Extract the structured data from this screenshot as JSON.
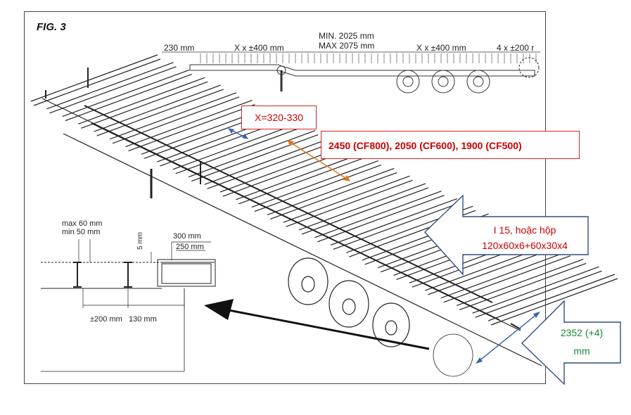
{
  "figure_label": "FIG. 3",
  "side_view": {
    "dim_front": "230 mm",
    "dim_spacing_left": "X x ±400 mm",
    "dim_min": "MIN. 2025 mm",
    "dim_max": "MAX 2075 mm",
    "dim_spacing_right": "X x ±400 mm",
    "dim_rear": "4 x ±200 r"
  },
  "detail_view": {
    "max_height": "max 60 mm",
    "min_height": "min 50 mm",
    "gap": "5 mm",
    "width_300": "300 mm",
    "width_250": "250 mm",
    "spacing": "±200 mm",
    "offset": "130 mm"
  },
  "annotations": {
    "x_spacing": "X=320-330",
    "widths": "2450 (CF800), 2050 (CF600), 1900 (CF500)",
    "profile_line1": "I 15, hoặc hộp",
    "profile_line2": "120x60x6+60x30x4",
    "end_width_line1": "2352 (+4)",
    "end_width_line2": "mm"
  },
  "colors": {
    "red": "#cc0000",
    "navy": "#2f4f7f",
    "orange": "#e07a1f",
    "blue_arrow": "#3a66b0",
    "green": "#1a8a3a"
  }
}
